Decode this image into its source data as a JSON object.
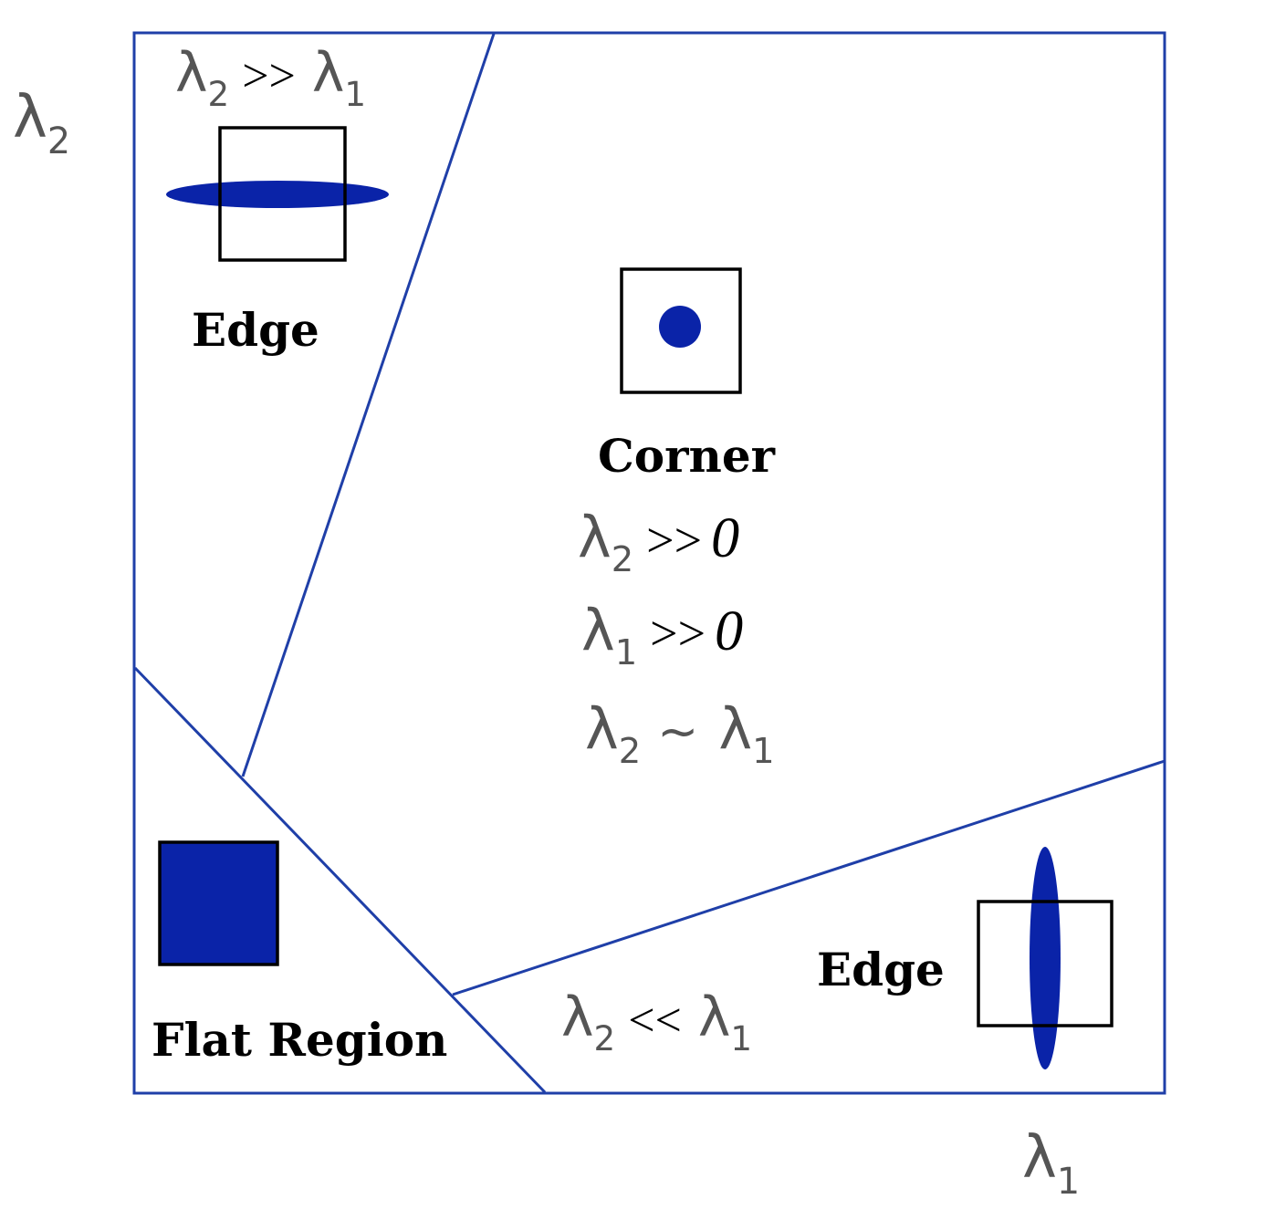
{
  "axes": {
    "y_label": {
      "base": "λ",
      "sub": "2"
    },
    "x_label": {
      "base": "λ",
      "sub": "1"
    }
  },
  "regions": {
    "edge_top": {
      "label": "Edge",
      "condition": {
        "left": "λ",
        "left_sub": "2",
        "op": ">>",
        "right": "λ",
        "right_sub": "1"
      }
    },
    "corner": {
      "label": "Corner",
      "conditions": [
        {
          "left": "λ",
          "left_sub": "2",
          "op": ">>",
          "right": "0"
        },
        {
          "left": "λ",
          "left_sub": "1",
          "op": ">>",
          "right": "0"
        },
        {
          "left": "λ",
          "left_sub": "2",
          "op": "~",
          "right": "λ",
          "right_sub": "1"
        }
      ]
    },
    "flat": {
      "label": "Flat Region"
    },
    "edge_bottom": {
      "label": "Edge",
      "condition": {
        "left": "λ",
        "left_sub": "2",
        "op": "<<",
        "right": "λ",
        "right_sub": "1"
      }
    }
  },
  "colors": {
    "frame_line": "#1f3fa8",
    "shape_fill": "#0a23a8",
    "window_stroke": "#000000",
    "lambda_text": "#555555"
  }
}
